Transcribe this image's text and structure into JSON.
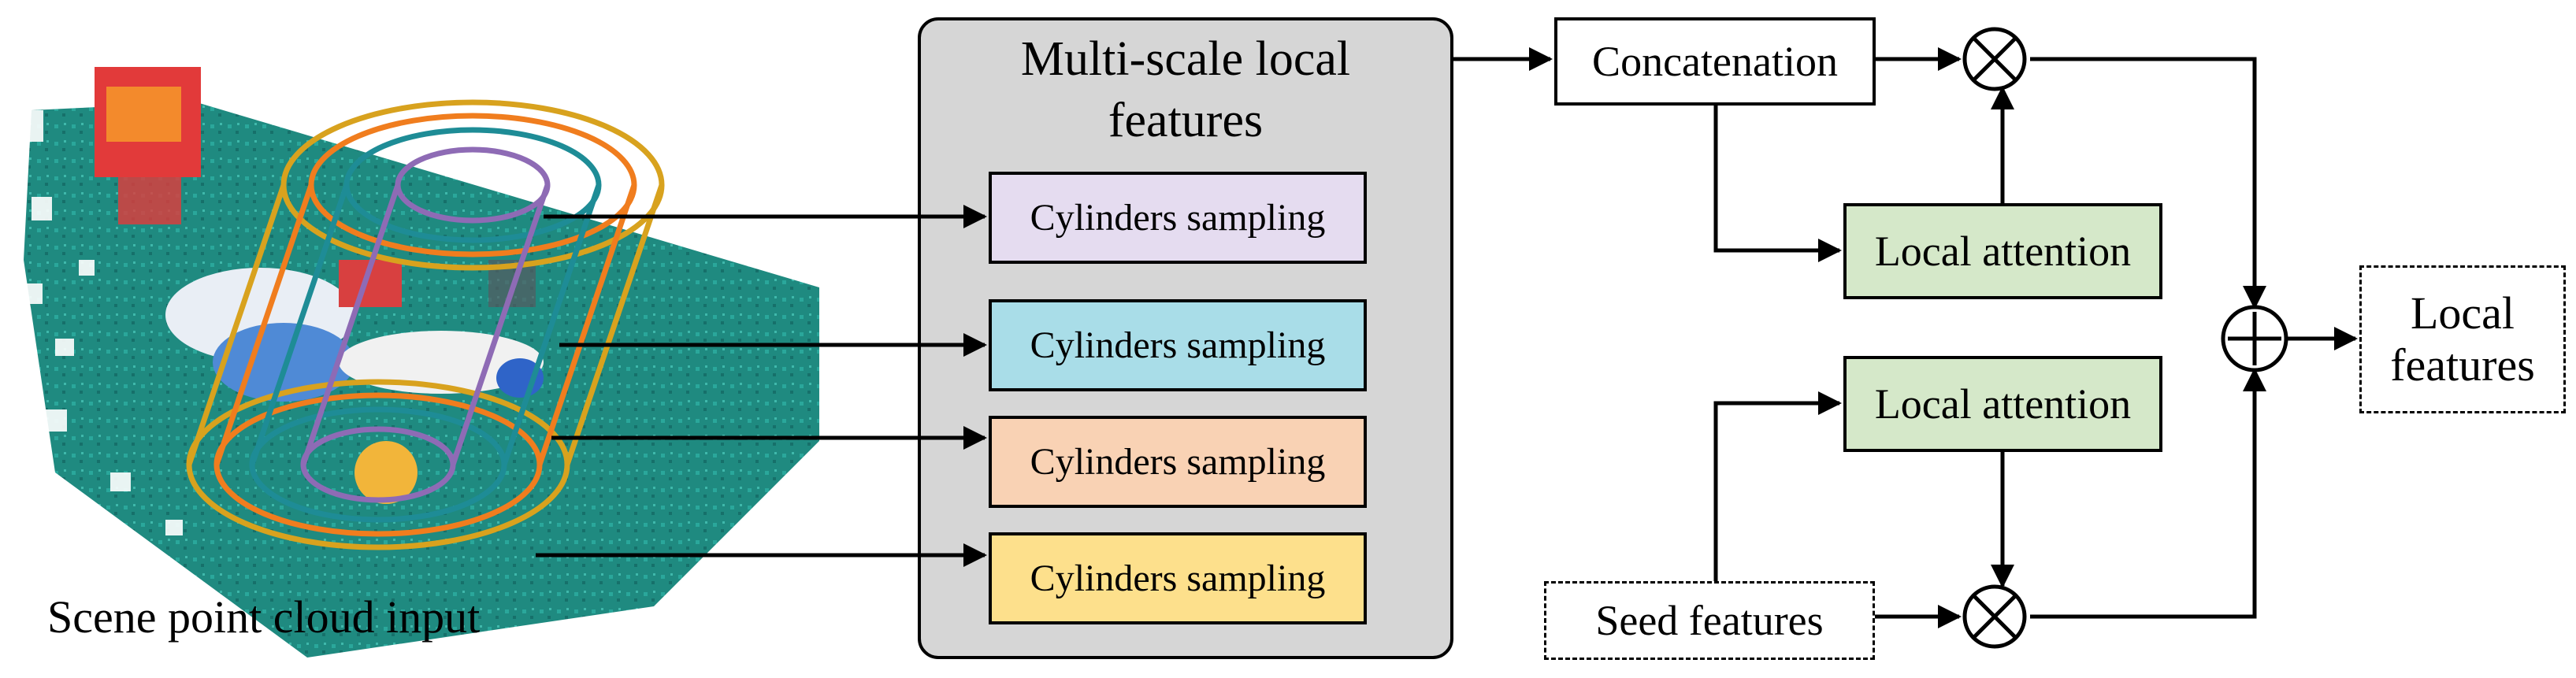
{
  "figure": {
    "input_label": "Scene point cloud input",
    "panel": {
      "title_line1": "Multi-scale  local",
      "title_line2": "features",
      "samplers": [
        {
          "label": "Cylinders  sampling",
          "color": "#e5dcf0"
        },
        {
          "label": "Cylinders  sampling",
          "color": "#a9dde8"
        },
        {
          "label": "Cylinders  sampling",
          "color": "#f9d2b4"
        },
        {
          "label": "Cylinders  sampling",
          "color": "#fde08c"
        }
      ]
    },
    "concatenation_label": "Concatenation",
    "local_attention_top_label": "Local attention",
    "local_attention_bottom_label": "Local attention",
    "seed_features_label": "Seed features",
    "output_label_line1": "Local",
    "output_label_line2": "features",
    "operators": {
      "multiply_symbol": "⊗",
      "add_symbol": "⊕"
    },
    "colors": {
      "attention_fill": "#d5e8c9",
      "panel_fill": "#d6d6d6",
      "ring_purple": "#8e6bb5",
      "ring_teal": "#1e8c96",
      "ring_orange": "#f07d1e",
      "ring_gold": "#d8a21e",
      "scene_floor": "#1f8a80"
    }
  }
}
